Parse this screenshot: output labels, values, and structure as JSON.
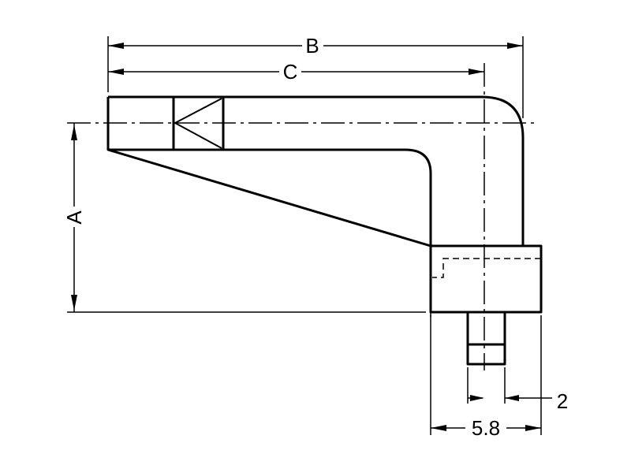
{
  "dimensions": {
    "a": "A",
    "b": "B",
    "c": "C",
    "width": "5.8",
    "offset": "2"
  }
}
